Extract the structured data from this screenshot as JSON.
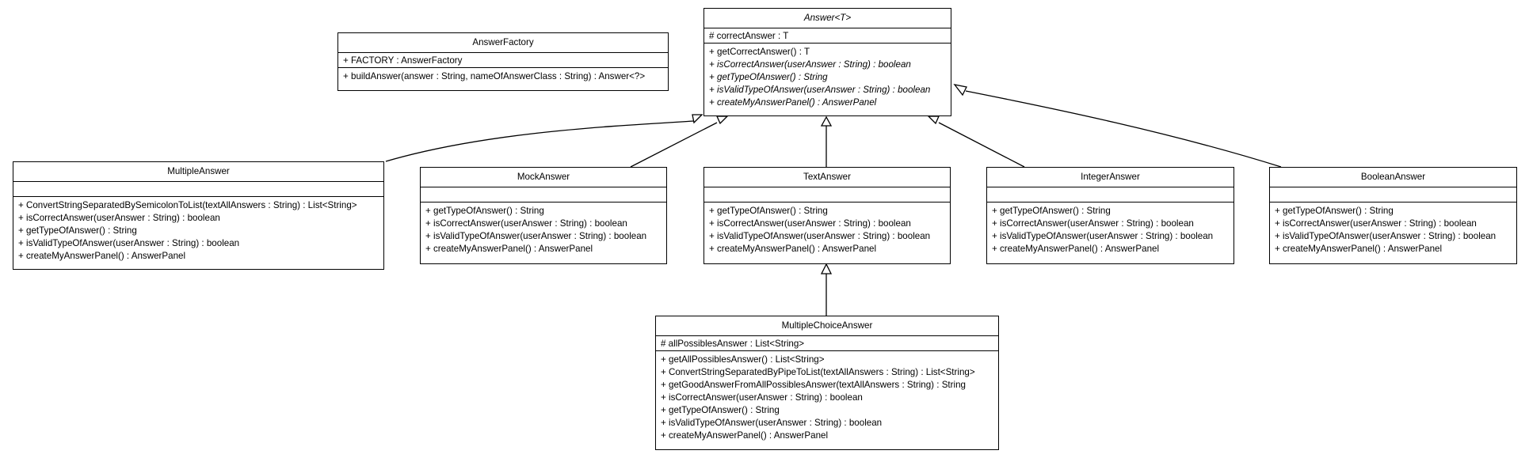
{
  "diagram": {
    "classes": [
      {
        "id": "answer",
        "name": "Answer<T>",
        "abstract": true,
        "attributes": [
          {
            "text": "# correctAnswer : T",
            "italic": false
          }
        ],
        "operations": [
          {
            "text": "+ getCorrectAnswer() : T",
            "italic": false
          },
          {
            "text": "+ isCorrectAnswer(userAnswer : String) : boolean",
            "italic": true
          },
          {
            "text": "+ getTypeOfAnswer() : String",
            "italic": true
          },
          {
            "text": "+ isValidTypeOfAnswer(userAnswer : String) : boolean",
            "italic": true
          },
          {
            "text": "+ createMyAnswerPanel() : AnswerPanel",
            "italic": true
          }
        ]
      },
      {
        "id": "factory",
        "name": "AnswerFactory",
        "abstract": false,
        "attributes": [
          {
            "text": "+ FACTORY : AnswerFactory",
            "italic": false
          }
        ],
        "operations": [
          {
            "text": "+ buildAnswer(answer : String, nameOfAnswerClass : String) : Answer<?>",
            "italic": false
          }
        ]
      },
      {
        "id": "multiple",
        "name": "MultipleAnswer",
        "abstract": false,
        "attributes": [],
        "operations": [
          {
            "text": "+ ConvertStringSeparatedBySemicolonToList(textAllAnswers : String) : List<String>",
            "italic": false
          },
          {
            "text": "+ isCorrectAnswer(userAnswer : String) : boolean",
            "italic": false
          },
          {
            "text": "+ getTypeOfAnswer() : String",
            "italic": false
          },
          {
            "text": "+ isValidTypeOfAnswer(userAnswer : String) : boolean",
            "italic": false
          },
          {
            "text": "+ createMyAnswerPanel() : AnswerPanel",
            "italic": false
          }
        ]
      },
      {
        "id": "mock",
        "name": "MockAnswer",
        "abstract": false,
        "attributes": [],
        "operations": [
          {
            "text": "+ getTypeOfAnswer() : String",
            "italic": false
          },
          {
            "text": "+ isCorrectAnswer(userAnswer : String) : boolean",
            "italic": false
          },
          {
            "text": "+ isValidTypeOfAnswer(userAnswer : String) : boolean",
            "italic": false
          },
          {
            "text": "+ createMyAnswerPanel() : AnswerPanel",
            "italic": false
          }
        ]
      },
      {
        "id": "text",
        "name": "TextAnswer",
        "abstract": false,
        "attributes": [],
        "operations": [
          {
            "text": "+ getTypeOfAnswer() : String",
            "italic": false
          },
          {
            "text": "+ isCorrectAnswer(userAnswer : String) : boolean",
            "italic": false
          },
          {
            "text": "+ isValidTypeOfAnswer(userAnswer : String) : boolean",
            "italic": false
          },
          {
            "text": "+ createMyAnswerPanel() : AnswerPanel",
            "italic": false
          }
        ]
      },
      {
        "id": "integer",
        "name": "IntegerAnswer",
        "abstract": false,
        "attributes": [],
        "operations": [
          {
            "text": "+ getTypeOfAnswer() : String",
            "italic": false
          },
          {
            "text": "+ isCorrectAnswer(userAnswer : String) : boolean",
            "italic": false
          },
          {
            "text": "+ isValidTypeOfAnswer(userAnswer : String) : boolean",
            "italic": false
          },
          {
            "text": "+ createMyAnswerPanel() : AnswerPanel",
            "italic": false
          }
        ]
      },
      {
        "id": "boolean",
        "name": "BooleanAnswer",
        "abstract": false,
        "attributes": [],
        "operations": [
          {
            "text": "+ getTypeOfAnswer() : String",
            "italic": false
          },
          {
            "text": "+ isCorrectAnswer(userAnswer : String) : boolean",
            "italic": false
          },
          {
            "text": "+ isValidTypeOfAnswer(userAnswer : String) : boolean",
            "italic": false
          },
          {
            "text": "+ createMyAnswerPanel() : AnswerPanel",
            "italic": false
          }
        ]
      },
      {
        "id": "choice",
        "name": "MultipleChoiceAnswer",
        "abstract": false,
        "attributes": [
          {
            "text": "# allPossiblesAnswer : List<String>",
            "italic": false
          }
        ],
        "operations": [
          {
            "text": "+ getAllPossiblesAnswer() : List<String>",
            "italic": false
          },
          {
            "text": "+ ConvertStringSeparatedByPipeToList(textAllAnswers : String) : List<String>",
            "italic": false
          },
          {
            "text": "+ getGoodAnswerFromAllPossiblesAnswer(textAllAnswers : String) : String",
            "italic": false
          },
          {
            "text": "+ isCorrectAnswer(userAnswer : String) : boolean",
            "italic": false
          },
          {
            "text": "+ getTypeOfAnswer() : String",
            "italic": false
          },
          {
            "text": "+ isValidTypeOfAnswer(userAnswer : String) : boolean",
            "italic": false
          },
          {
            "text": "+ createMyAnswerPanel() : AnswerPanel",
            "italic": false
          }
        ]
      }
    ],
    "relations": [
      {
        "type": "generalization",
        "from": "multiple",
        "to": "answer"
      },
      {
        "type": "generalization",
        "from": "mock",
        "to": "answer"
      },
      {
        "type": "generalization",
        "from": "text",
        "to": "answer"
      },
      {
        "type": "generalization",
        "from": "integer",
        "to": "answer"
      },
      {
        "type": "generalization",
        "from": "boolean",
        "to": "answer"
      },
      {
        "type": "generalization",
        "from": "choice",
        "to": "text"
      }
    ]
  }
}
